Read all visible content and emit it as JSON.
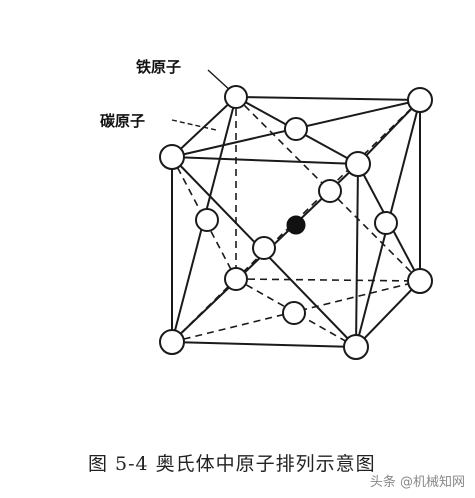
{
  "labels": {
    "iron_atom": "铁原子",
    "carbon_atom": "碳原子"
  },
  "caption": "图 5-4   奥氏体中原子排列示意图",
  "watermark": "头条 @机械知网",
  "colors": {
    "line": "#1a1a1a",
    "atom_fill": "#ffffff",
    "center_atom": "#111111"
  }
}
